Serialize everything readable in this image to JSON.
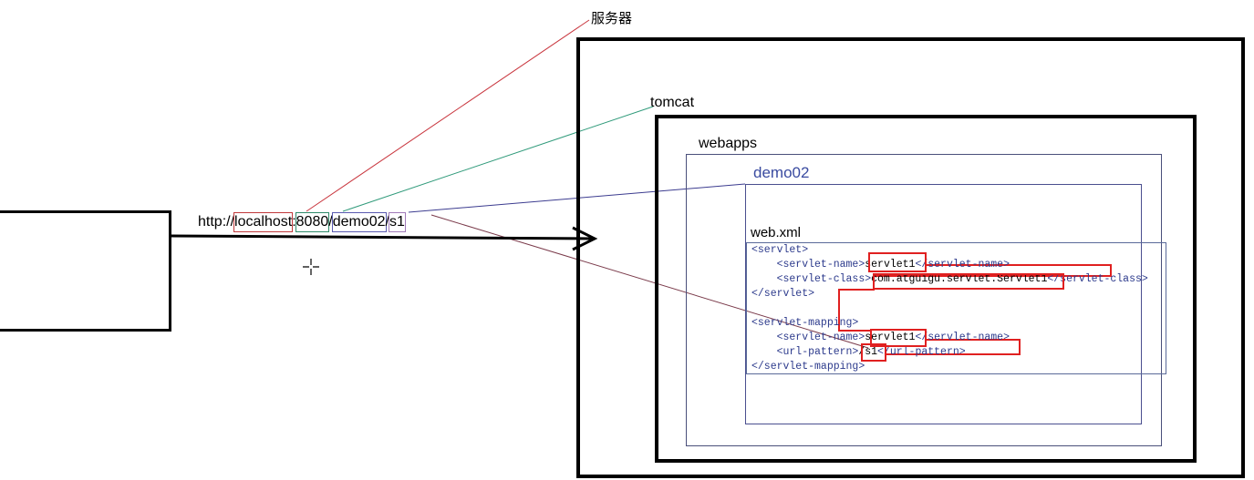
{
  "labels": {
    "server": "服务器",
    "tomcat": "tomcat",
    "webapps": "webapps",
    "app": "demo02",
    "webxml": "web.xml"
  },
  "url": {
    "scheme": "http://",
    "host": "localhost",
    "port_sep": ":",
    "port": "8080",
    "slash1": "/",
    "app": "demo02",
    "slash2": "/",
    "path": "s1"
  },
  "xml": {
    "line1": "<servlet>",
    "line2_open": "    <servlet-name>",
    "line2_val": "servlet1",
    "line2_close": "</servlet-name>",
    "line3_open": "    <servlet-class>",
    "line3_val": "com.atguigu.servlet.Servlet1",
    "line3_close": "</servlet-class>",
    "line4": "</servlet>",
    "line6": "<servlet-mapping>",
    "line7_open": "    <servlet-name>",
    "line7_val": "servlet1",
    "line7_close": "</servlet-name>",
    "line8_open": "    <url-pattern>",
    "line8_val": "/s1",
    "line8_close": "</url-pattern>",
    "line9": "</servlet-mapping>"
  },
  "colors": {
    "server_line": "#c8343c",
    "tomcat_line": "#2f9a7a",
    "app_line": "#3b3b8f",
    "path_line": "#7a3a4a",
    "highlight": "#e02020"
  }
}
